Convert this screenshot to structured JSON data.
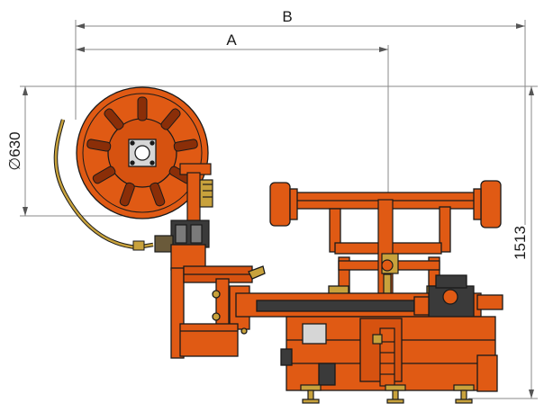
{
  "labels": {
    "dim_b": "B",
    "dim_a": "A",
    "diameter": "∅630",
    "height": "1513"
  },
  "colors": {
    "body": "#e05a14",
    "body_dark": "#8a2e08",
    "outline": "#1a1a1a",
    "dimension_line": "#8a8a8a",
    "hose": "#c8a23c",
    "metal": "#a0a0a0",
    "label_plate": "#d6d6d6"
  }
}
